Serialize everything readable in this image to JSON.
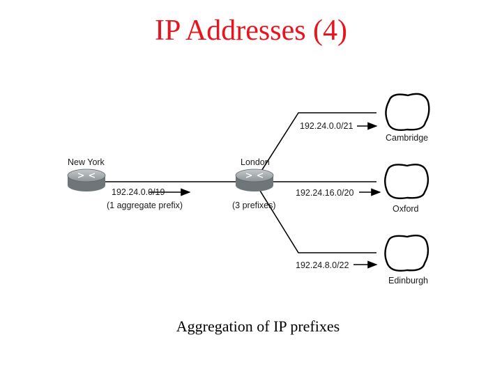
{
  "title": "IP Addresses (4)",
  "caption": "Aggregation of IP prefixes",
  "routers": [
    {
      "name": "New York",
      "prefix": "192.24.0.0/19",
      "note": "(1 aggregate prefix)"
    },
    {
      "name": "London",
      "note": "(3 prefixes)"
    }
  ],
  "links": [
    {
      "prefix": "192.24.0.0/21",
      "city": "Cambridge"
    },
    {
      "prefix": "192.24.16.0/20",
      "city": "Oxford"
    },
    {
      "prefix": "192.24.8.0/22",
      "city": "Edinburgh"
    }
  ],
  "colors": {
    "title": "#e8141e",
    "router": "#9aa0a3"
  }
}
